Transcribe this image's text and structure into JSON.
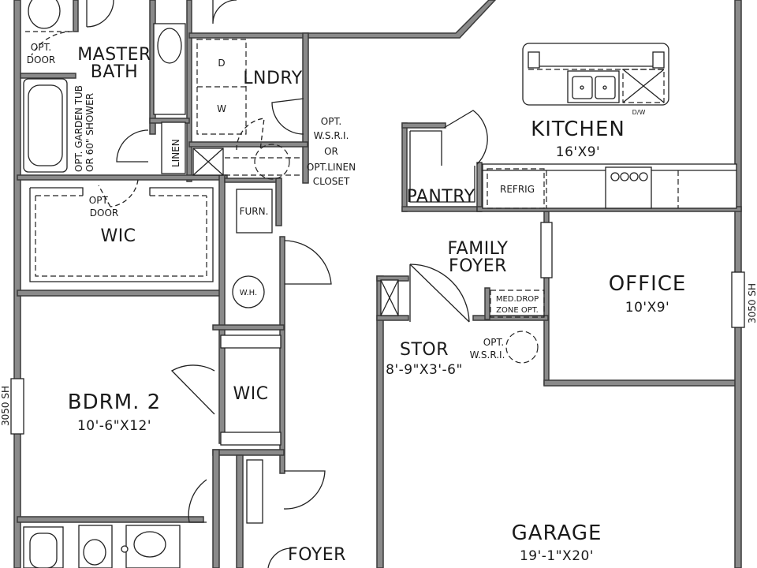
{
  "rooms": {
    "master_bath": [
      "MASTER",
      "BATH"
    ],
    "opt_door_top": [
      "OPT.",
      "DOOR"
    ],
    "opt_garden_tub": [
      "OPT. GARDEN TUB",
      "OR 60\" SHOWER"
    ],
    "lndry": "LNDRY",
    "linen": "LINEN",
    "opt_wsri_top": [
      "OPT.",
      "W.S.R.I.",
      "OR",
      "OPT.LINEN",
      "CLOSET"
    ],
    "dryer": "D",
    "washer": "W",
    "kitchen": "KITCHEN",
    "kitchen_dim": "16'X9'",
    "dw": "D/W",
    "pantry": "PANTRY",
    "refrig": "REFRIG",
    "opt_door_wic": [
      "OPT.",
      "DOOR"
    ],
    "wic_master": "WIC",
    "furn": "FURN.",
    "wh": "W.H.",
    "family_foyer": [
      "FAMILY",
      "FOYER"
    ],
    "med_drop": [
      "MED.DROP",
      "ZONE OPT."
    ],
    "office": "OFFICE",
    "office_dim": "10'X9'",
    "window_right": "3050 SH",
    "stor": "STOR",
    "stor_dim": "8'-9\"X3'-6\"",
    "opt_wsri_stor": [
      "OPT.",
      "W.S.R.I."
    ],
    "bdrm2": "BDRM. 2",
    "bdrm2_dim": "10'-6\"X12'",
    "wic_bdrm2": "WIC",
    "window_left": "3050 SH",
    "garage": "GARAGE",
    "garage_dim": "19'-1\"X20'",
    "foyer": "FOYER"
  }
}
